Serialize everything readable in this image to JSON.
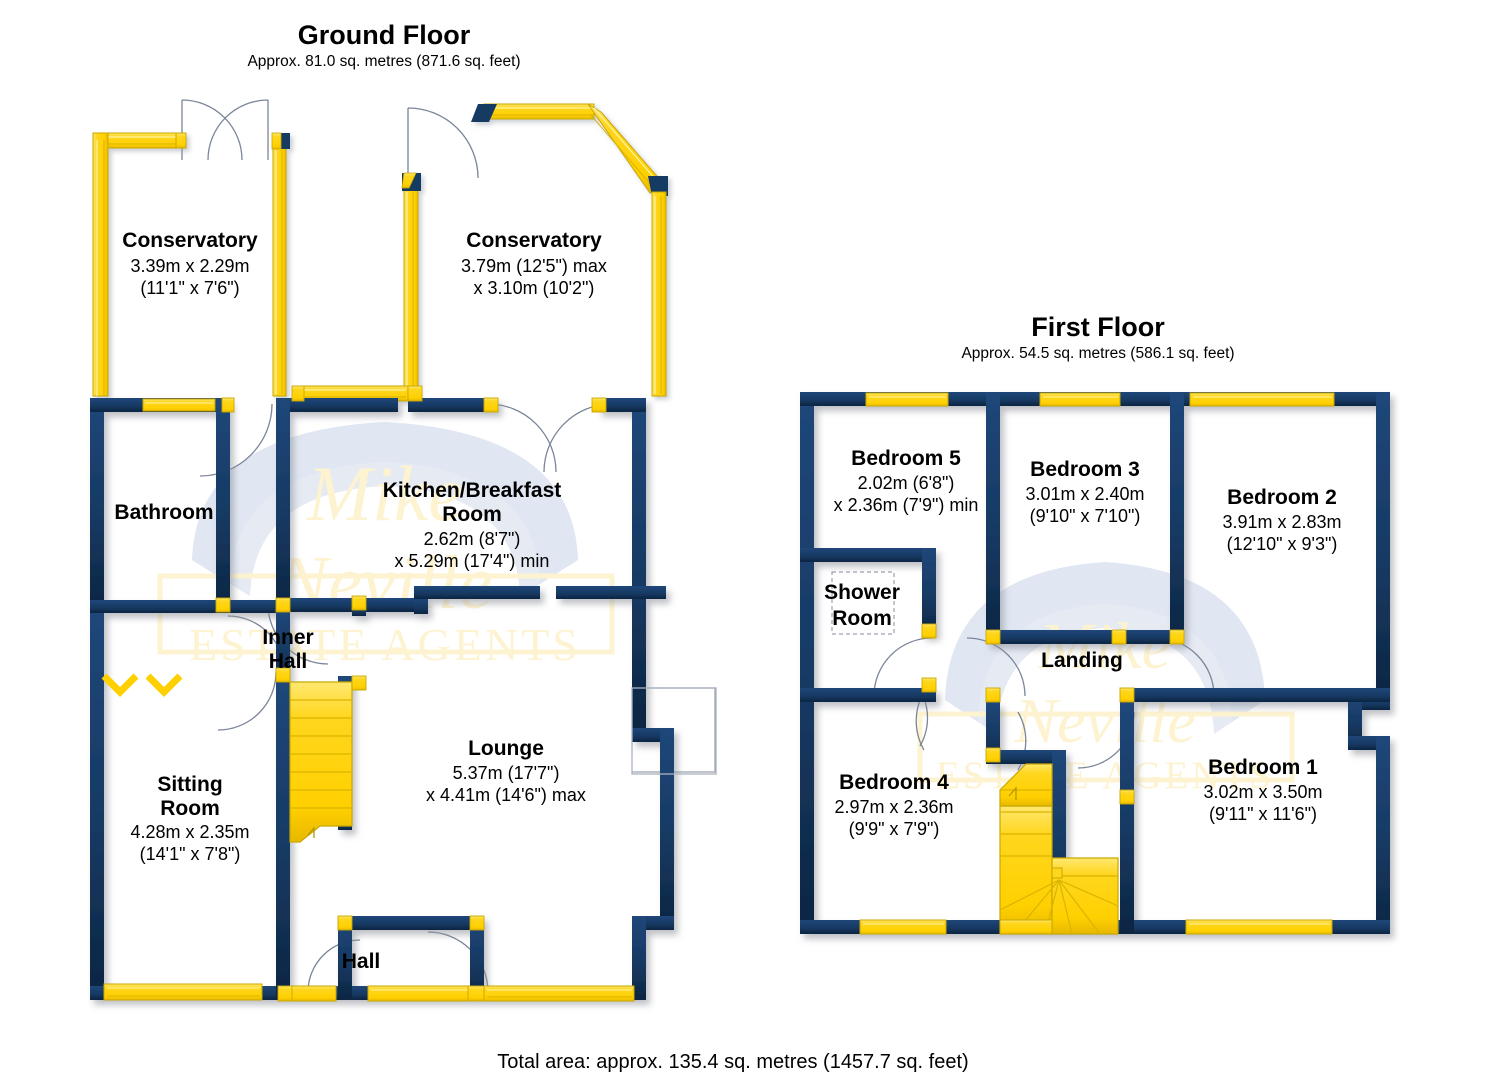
{
  "document": {
    "type": "floor-plan",
    "total_area_label": "Total area: approx. 135.4 sq. metres (1457.7 sq. feet)"
  },
  "watermark": {
    "line1": "Mike",
    "line2": "Neville",
    "line3": "ESTATE AGENTS",
    "color": "#fdf3d0",
    "shield_color": "#d6dfee"
  },
  "colors": {
    "wall": "#163a63",
    "wall_dark": "#0e2a4c",
    "window": "#ffd61e",
    "window_edge": "#c9a800",
    "stairs": "#ffd61e",
    "door_arc": "#6f7d93",
    "text": "#000000",
    "background": "#ffffff"
  },
  "floors": [
    {
      "id": "ground-floor",
      "title": "Ground Floor",
      "subtitle": "Approx. 81.0 sq. metres (871.6 sq. feet)",
      "rooms": [
        {
          "id": "conservatory-left",
          "name": "Conservatory",
          "dim_metric": "3.39m x 2.29m",
          "dim_imperial": "(11'1\" x 7'6\")"
        },
        {
          "id": "conservatory-right",
          "name": "Conservatory",
          "dim_metric": "3.79m (12'5\") max",
          "dim_imperial": "x 3.10m (10'2\")"
        },
        {
          "id": "bathroom",
          "name": "Bathroom",
          "dim_metric": "",
          "dim_imperial": ""
        },
        {
          "id": "kitchen-breakfast",
          "name": "Kitchen/Breakfast",
          "name2": "Room",
          "dim_metric": "2.62m (8'7\")",
          "dim_imperial": "x 5.29m (17'4\") min"
        },
        {
          "id": "inner-hall",
          "name": "Inner",
          "name2": "Hall",
          "dim_metric": "",
          "dim_imperial": ""
        },
        {
          "id": "sitting-room",
          "name": "Sitting",
          "name2": "Room",
          "dim_metric": "4.28m x 2.35m",
          "dim_imperial": "(14'1\" x 7'8\")"
        },
        {
          "id": "lounge",
          "name": "Lounge",
          "dim_metric": "5.37m (17'7\")",
          "dim_imperial": "x 4.41m (14'6\") max"
        },
        {
          "id": "hall",
          "name": "Hall",
          "dim_metric": "",
          "dim_imperial": ""
        }
      ]
    },
    {
      "id": "first-floor",
      "title": "First Floor",
      "subtitle": "Approx. 54.5 sq. metres (586.1 sq. feet)",
      "rooms": [
        {
          "id": "bedroom-5",
          "name": "Bedroom 5",
          "dim_metric": "2.02m (6'8\")",
          "dim_imperial": "x 2.36m (7'9\") min"
        },
        {
          "id": "bedroom-3",
          "name": "Bedroom 3",
          "dim_metric": "3.01m x 2.40m",
          "dim_imperial": "(9'10\" x 7'10\")"
        },
        {
          "id": "bedroom-2",
          "name": "Bedroom 2",
          "dim_metric": "3.91m x 2.83m",
          "dim_imperial": "(12'10\" x 9'3\")"
        },
        {
          "id": "shower-room",
          "name": "Shower",
          "name2": "Room",
          "dim_metric": "",
          "dim_imperial": ""
        },
        {
          "id": "landing",
          "name": "Landing",
          "dim_metric": "",
          "dim_imperial": ""
        },
        {
          "id": "bedroom-4",
          "name": "Bedroom 4",
          "dim_metric": "2.97m x 2.36m",
          "dim_imperial": "(9'9\" x 7'9\")"
        },
        {
          "id": "bedroom-1",
          "name": "Bedroom 1",
          "dim_metric": "3.02m x 3.50m",
          "dim_imperial": "(9'11\" x 11'6\")"
        }
      ]
    }
  ]
}
